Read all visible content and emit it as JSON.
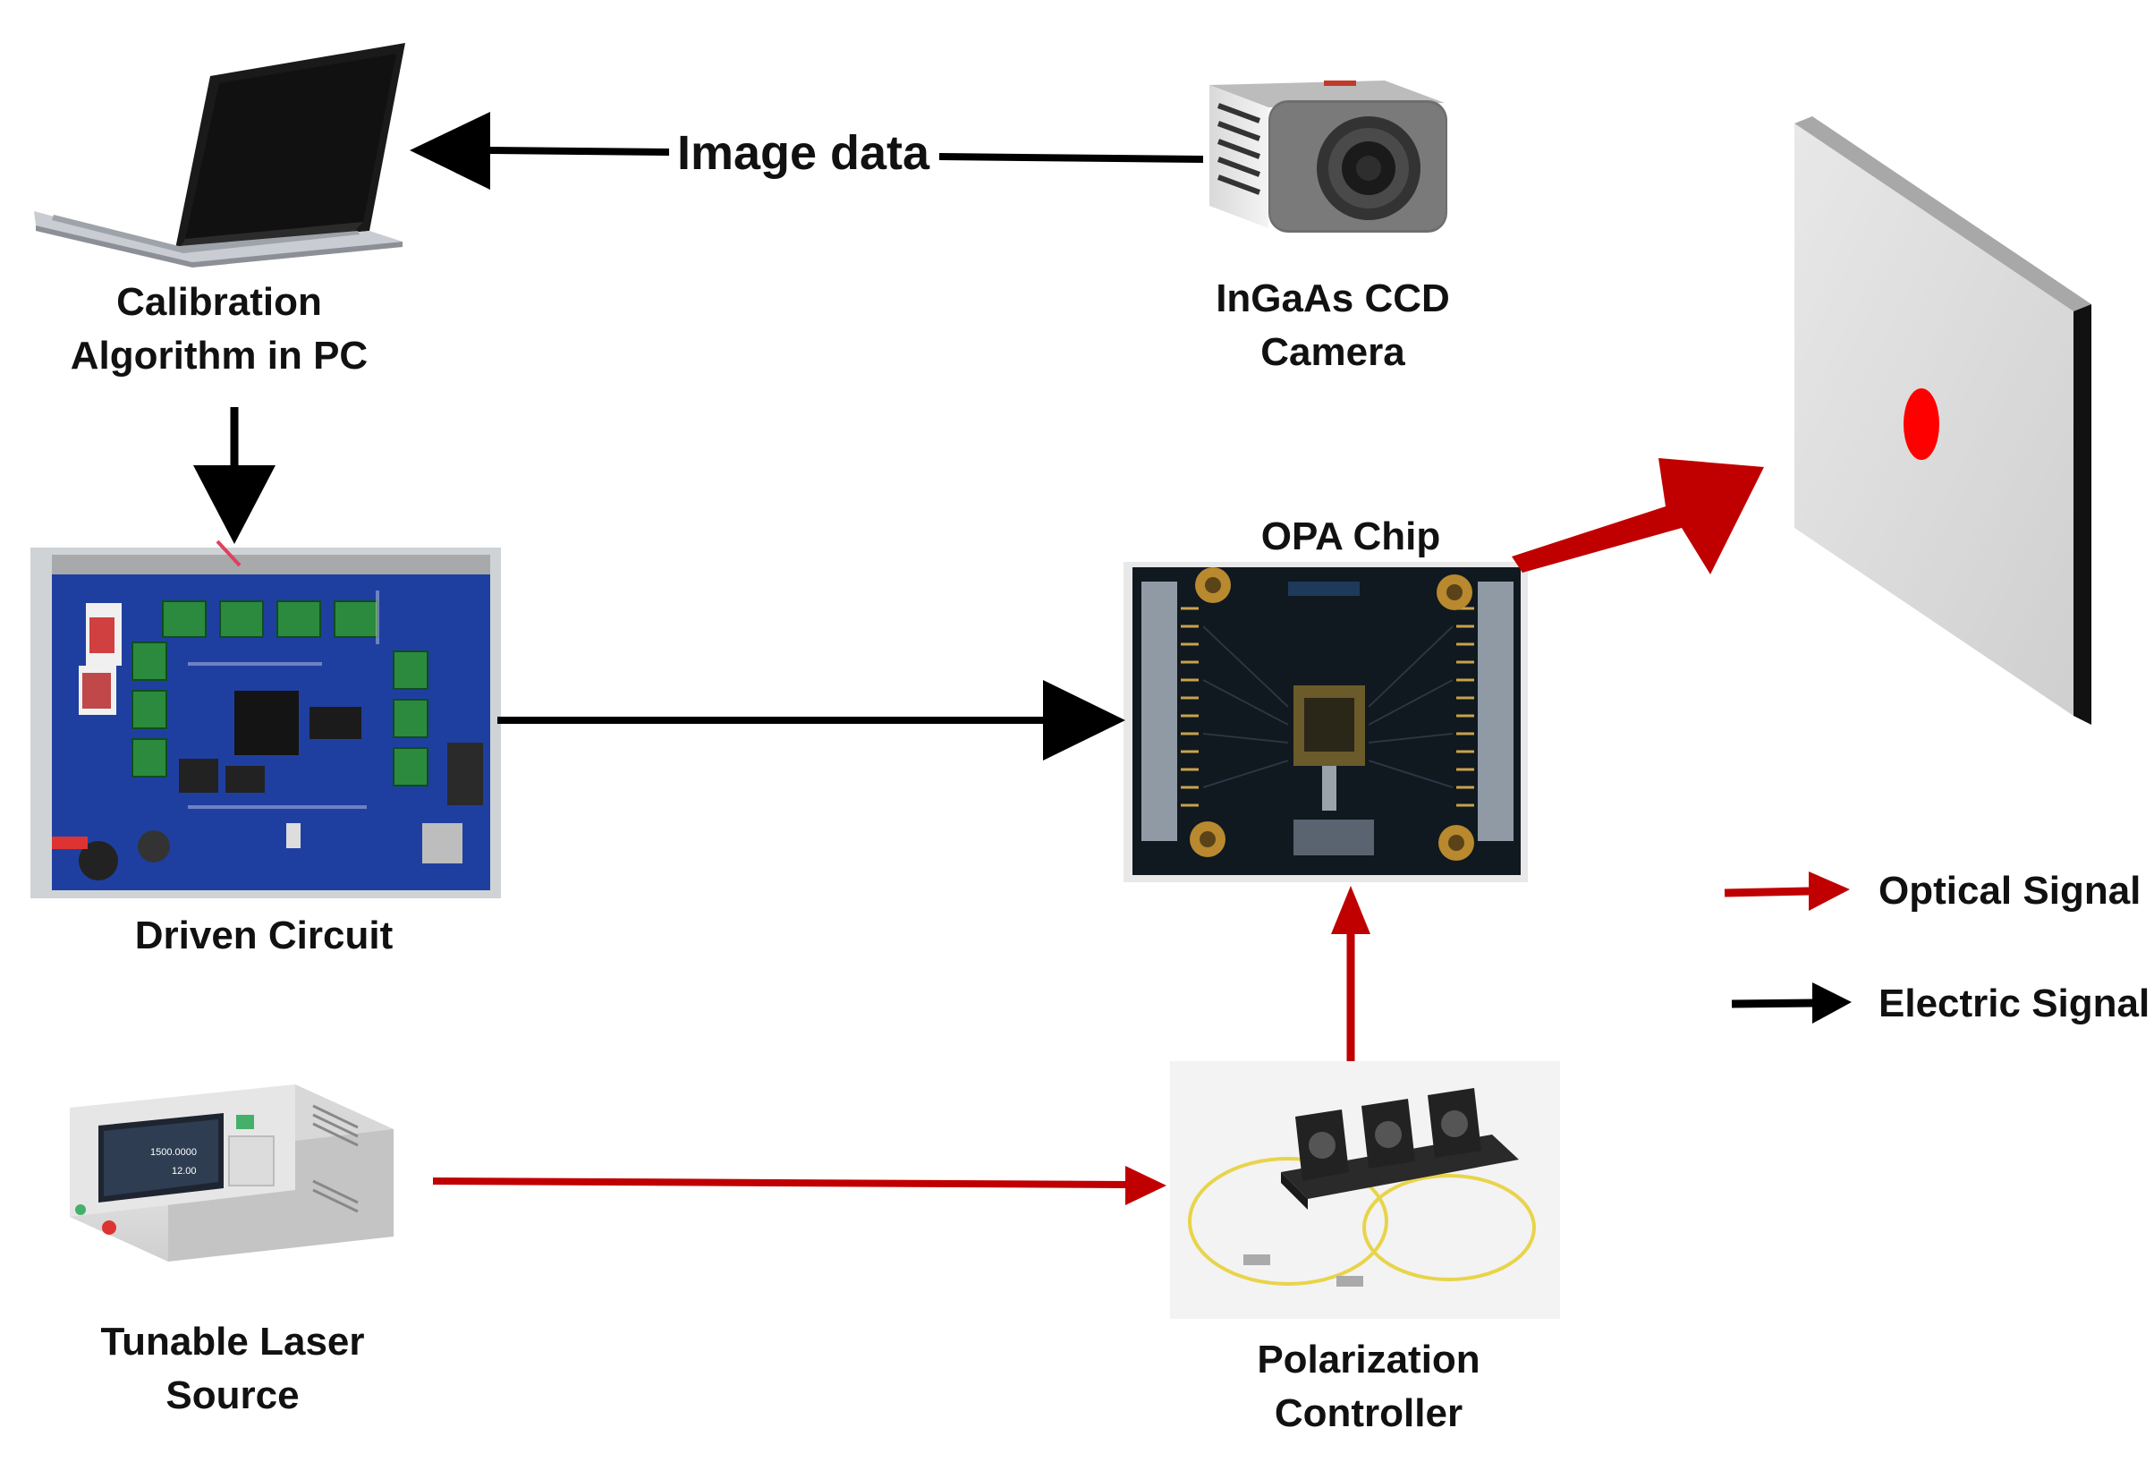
{
  "diagram": {
    "nodes": {
      "pc": {
        "label_lines": [
          "Calibration",
          "Algorithm in PC"
        ],
        "icon": "laptop-icon"
      },
      "camera": {
        "label_lines": [
          "InGaAs CCD",
          "Camera"
        ],
        "icon": "camera-icon"
      },
      "driven_circuit": {
        "label": "Driven Circuit",
        "icon": "circuit-board-icon"
      },
      "opa_chip": {
        "label": "OPA Chip",
        "icon": "opa-chip-icon"
      },
      "laser": {
        "label_lines": [
          "Tunable Laser",
          "Source"
        ],
        "icon": "laser-source-icon",
        "screen_values": [
          "1500.0000",
          "12.00"
        ]
      },
      "polarization": {
        "label_lines": [
          "Polarization",
          "Controller"
        ],
        "icon": "polarization-controller-icon"
      },
      "screen": {
        "icon": "projection-screen-icon"
      }
    },
    "edges": [
      {
        "from": "camera",
        "to": "pc",
        "type": "electric",
        "label": "Image data"
      },
      {
        "from": "pc",
        "to": "driven_circuit",
        "type": "electric"
      },
      {
        "from": "driven_circuit",
        "to": "opa_chip",
        "type": "electric"
      },
      {
        "from": "laser",
        "to": "polarization",
        "type": "optical"
      },
      {
        "from": "polarization",
        "to": "opa_chip",
        "type": "optical"
      },
      {
        "from": "opa_chip",
        "to": "screen",
        "type": "optical"
      }
    ]
  },
  "legend": {
    "optical": {
      "label": "Optical Signal",
      "color": "#c00000"
    },
    "electric": {
      "label": "Electric Signal",
      "color": "#000000"
    }
  },
  "colors": {
    "optical": "#c00000",
    "electric": "#000000",
    "beam_spot": "#ff0000",
    "pcb_blue": "#1f3fa0"
  }
}
